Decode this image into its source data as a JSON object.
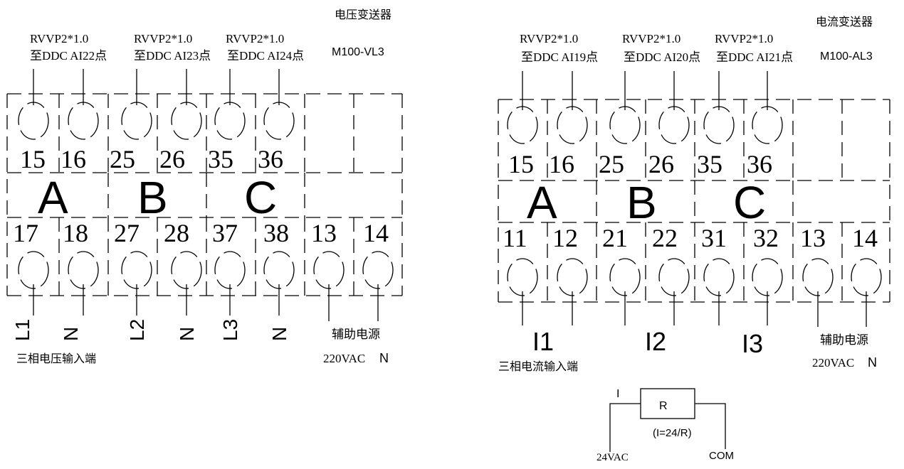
{
  "voltage": {
    "device_type": "电压变送器",
    "model": "M100-VL3",
    "cables": [
      {
        "cable": "RVVP2*1.0",
        "dest": "至DDC AI22点"
      },
      {
        "cable": "RVVP2*1.0",
        "dest": "至DDC AI23点"
      },
      {
        "cable": "RVVP2*1.0",
        "dest": "至DDC AI24点"
      }
    ],
    "top_terminals": [
      "15",
      "16",
      "25",
      "26",
      "35",
      "36"
    ],
    "phases": [
      "A",
      "B",
      "C"
    ],
    "bottom_terminals": [
      "17",
      "18",
      "27",
      "28",
      "37",
      "38",
      "13",
      "14"
    ],
    "input_labels": [
      "L1",
      "N",
      "L2",
      "N",
      "L3",
      "N"
    ],
    "aux_power": "辅助电源",
    "aux_voltage": "220VAC",
    "aux_neutral": "N",
    "input_caption": "三相电压输入端"
  },
  "current": {
    "device_type": "电流变送器",
    "model": "M100-AL3",
    "cables": [
      {
        "cable": "RVVP2*1.0",
        "dest": "至DDC AI19点"
      },
      {
        "cable": "RVVP2*1.0",
        "dest": "至DDC AI20点"
      },
      {
        "cable": "RVVP2*1.0",
        "dest": "至DDC AI21点"
      }
    ],
    "top_terminals": [
      "15",
      "16",
      "25",
      "26",
      "35",
      "36"
    ],
    "phases": [
      "A",
      "B",
      "C"
    ],
    "bottom_terminals": [
      "11",
      "12",
      "21",
      "22",
      "31",
      "32",
      "13",
      "14"
    ],
    "input_labels": [
      "I1",
      "I2",
      "I3"
    ],
    "aux_power": "辅助电源",
    "aux_voltage": "220VAC",
    "aux_neutral": "N",
    "input_caption": "三相电流输入端"
  },
  "resistor": {
    "current_label": "I",
    "resistor_label": "R",
    "formula": "(I=24/R)",
    "supply_label": "24VAC",
    "common_label": "COM"
  }
}
